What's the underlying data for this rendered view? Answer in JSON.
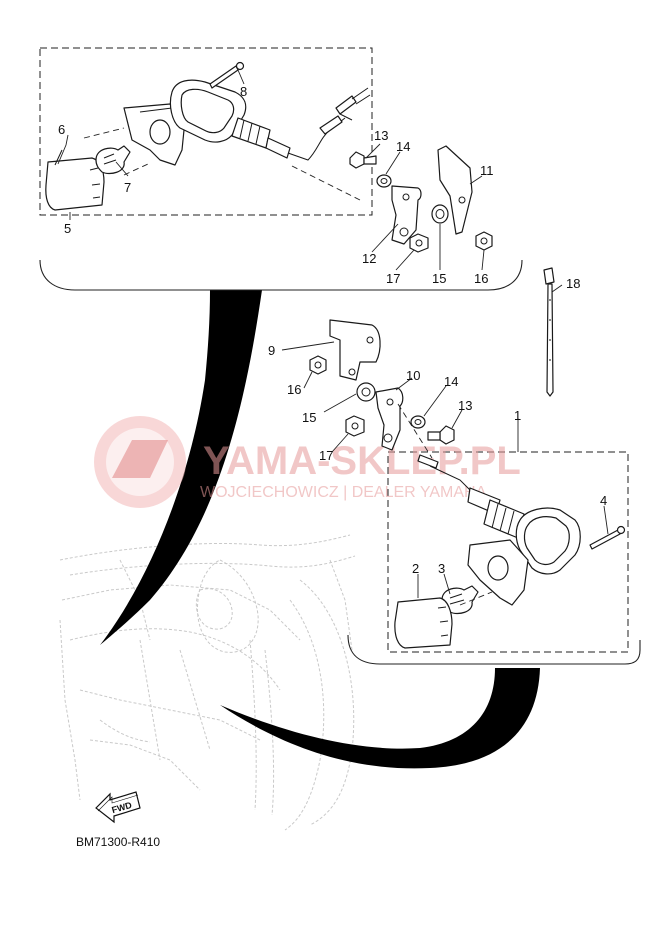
{
  "diagram_code": "BM71300-R410",
  "fwd_label": "FWD",
  "watermark": {
    "brand": "YAMA-SKLEP.PL",
    "dealer": "WOJCIECHOWICZ | DEALER YAMAHA"
  },
  "callouts": [
    {
      "id": "c1",
      "label": "1"
    },
    {
      "id": "c2",
      "label": "2"
    },
    {
      "id": "c3",
      "label": "3"
    },
    {
      "id": "c4",
      "label": "4"
    },
    {
      "id": "c5",
      "label": "5"
    },
    {
      "id": "c6",
      "label": "6"
    },
    {
      "id": "c7",
      "label": "7"
    },
    {
      "id": "c8",
      "label": "8"
    },
    {
      "id": "c9",
      "label": "9"
    },
    {
      "id": "c10",
      "label": "10"
    },
    {
      "id": "c11",
      "label": "11"
    },
    {
      "id": "c12",
      "label": "12"
    },
    {
      "id": "c13a",
      "label": "13"
    },
    {
      "id": "c13b",
      "label": "13"
    },
    {
      "id": "c14a",
      "label": "14"
    },
    {
      "id": "c14b",
      "label": "14"
    },
    {
      "id": "c15a",
      "label": "15"
    },
    {
      "id": "c15b",
      "label": "15"
    },
    {
      "id": "c16a",
      "label": "16"
    },
    {
      "id": "c16b",
      "label": "16"
    },
    {
      "id": "c17a",
      "label": "17"
    },
    {
      "id": "c17b",
      "label": "17"
    },
    {
      "id": "c18",
      "label": "18"
    }
  ]
}
